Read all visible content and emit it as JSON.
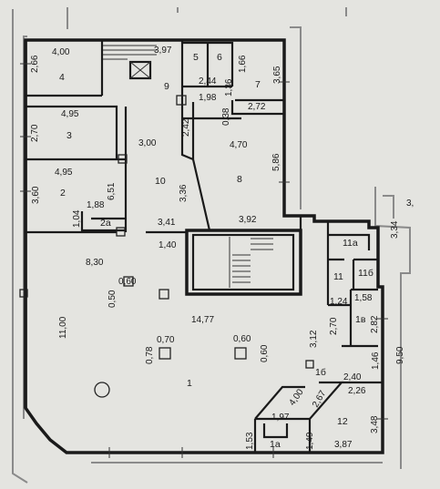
{
  "plan": {
    "rooms": [
      {
        "id": "r4",
        "label": "4"
      },
      {
        "id": "r9",
        "label": "9"
      },
      {
        "id": "r5",
        "label": "5"
      },
      {
        "id": "r6",
        "label": "6"
      },
      {
        "id": "r7",
        "label": "7"
      },
      {
        "id": "r3",
        "label": "3"
      },
      {
        "id": "r10",
        "label": "10"
      },
      {
        "id": "r8",
        "label": "8"
      },
      {
        "id": "r2",
        "label": "2"
      },
      {
        "id": "r2a",
        "label": "2a"
      },
      {
        "id": "r1",
        "label": "1"
      },
      {
        "id": "r11a",
        "label": "11a"
      },
      {
        "id": "r11",
        "label": "11"
      },
      {
        "id": "r11b",
        "label": "11б"
      },
      {
        "id": "r1v",
        "label": "1в"
      },
      {
        "id": "r1b",
        "label": "1б"
      },
      {
        "id": "r12",
        "label": "12"
      },
      {
        "id": "r1a",
        "label": "1а"
      }
    ],
    "dims": [
      "4,00",
      "2,66",
      "3,97",
      "1,66",
      "3,65",
      "2,44",
      "1,36",
      "1,98",
      "2,72",
      "4,95",
      "2,70",
      "2,42",
      "0,38",
      "3,00",
      "4,70",
      "5,86",
      "4,95",
      "3,60",
      "6,51",
      "3,36",
      "1,88",
      "1,04",
      "3,41",
      "3,92",
      "3,34",
      "1,40",
      "8,30",
      "0,50",
      "0,60",
      "11,00",
      "14,77",
      "1,24",
      "1,58",
      "2,70",
      "3,12",
      "2,82",
      "0,78",
      "0,70",
      "0,60",
      "0,60",
      "9,50",
      "1,46",
      "2,40",
      "4,00",
      "2,67",
      "2,26",
      "1,97",
      "3,48",
      "1,53",
      "1,49",
      "3,87",
      "3,"
    ]
  }
}
